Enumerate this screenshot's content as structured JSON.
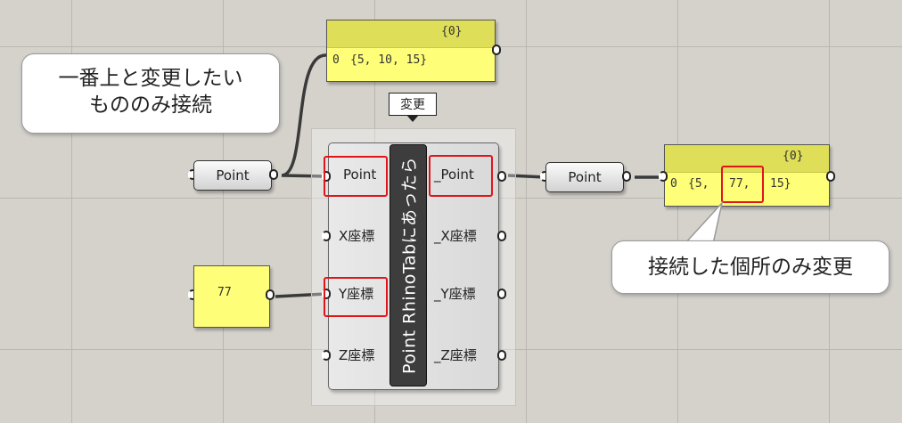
{
  "callouts": {
    "top_left": [
      "一番上と変更したい",
      "もののみ接続"
    ],
    "bottom_right": "接続した個所のみ変更"
  },
  "tooltip": "変更",
  "input_params": {
    "point_label": "Point",
    "number_value": "77"
  },
  "component": {
    "name": "Point RhinoTabにあったら",
    "inputs": [
      "Point",
      "X座標",
      "Y座標",
      "Z座標"
    ],
    "outputs": [
      "_Point",
      "_X座標",
      "_Y座標",
      "_Z座標"
    ]
  },
  "output_param": {
    "label": "Point"
  },
  "panel_top": {
    "path": "{0}",
    "index": "0",
    "value": "{5, 10, 15}"
  },
  "panel_right": {
    "path": "{0}",
    "index": "0",
    "value_prefix": "{5,",
    "value_highlight": "77,",
    "value_suffix": "15}"
  },
  "colors": {
    "panel_fill": "#fefe78",
    "highlight": "#e0151a",
    "canvas": "#d5d2cc"
  }
}
